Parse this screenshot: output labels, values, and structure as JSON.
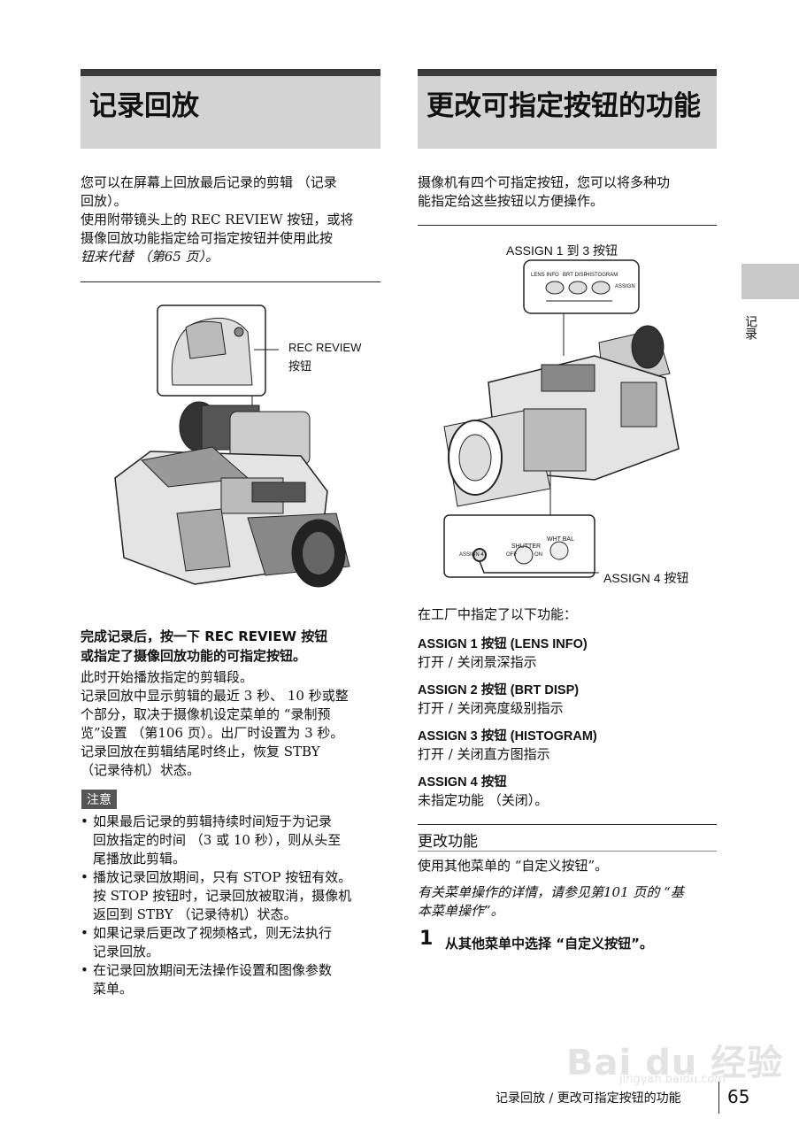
{
  "left": {
    "title": "记录回放",
    "intro": [
      "您可以在屏幕上回放最后记录的剪辑 （记录",
      "回放）。",
      "使用附带镜头上的 REC REVIEW 按钮，或将",
      "摄像回放功能指定给可指定按钮并使用此按",
      "钮来代替 （第65 页）。"
    ],
    "figure_label_1": "REC REVIEW",
    "figure_label_2": "按钮",
    "step_bold": [
      "完成记录后，按一下 REC REVIEW 按钮",
      "或指定了摄像回放功能的可指定按钮。"
    ],
    "step_text": [
      "此时开始播放指定的剪辑段。",
      "记录回放中显示剪辑的最近 3 秒、 10 秒或整",
      "个部分，取决于摄像机设定菜单的 “录制预",
      "览”设置 （第106 页）。出厂时设置为 3 秒。",
      "记录回放在剪辑结尾时终止，恢复 STBY",
      "（记录待机）状态。"
    ],
    "note_tag": "注意",
    "notes": [
      [
        "如果最后记录的剪辑持续时间短于为记录",
        "回放指定的时间 （3 或 10 秒），则从头至",
        "尾播放此剪辑。"
      ],
      [
        "播放记录回放期间，只有 STOP 按钮有效。",
        "按 STOP 按钮时，记录回放被取消，摄像机",
        "返回到 STBY （记录待机）状态。"
      ],
      [
        "如果记录后更改了视频格式，则无法执行",
        "记录回放。"
      ],
      [
        "在记录回放期间无法操作设置和图像参数",
        "菜单。"
      ]
    ]
  },
  "right": {
    "title": "更改可指定按钮的功能",
    "intro": [
      "摄像机有四个可指定按钮，您可以将多种功",
      "能指定给这些按钮以方便操作。"
    ],
    "fig_assign13": "ASSIGN 1 到 3 按钮",
    "fig_lens": "LENS INFO",
    "fig_brt": "BRT DISP",
    "fig_hist": "HISTOGRAM",
    "fig_assign": "ASSIGN",
    "fig_shutter": "SHUTTER",
    "fig_off": "OFF",
    "fig_on": "ON",
    "fig_whtbal": "WHT BAL",
    "fig_assign4_small": "ASSIGN 4",
    "fig_assign4": "ASSIGN 4 按钮",
    "factory": "在工厂中指定了以下功能：",
    "functions": [
      {
        "title": "ASSIGN 1 按钮 (LENS INFO)",
        "desc": "打开 / 关闭景深指示"
      },
      {
        "title": "ASSIGN 2 按钮 (BRT DISP)",
        "desc": "打开 / 关闭亮度级别指示"
      },
      {
        "title": "ASSIGN 3 按钮 (HISTOGRAM)",
        "desc": "打开 / 关闭直方图指示"
      },
      {
        "title": "ASSIGN 4 按钮",
        "desc": "未指定功能 （关闭）。"
      }
    ],
    "change_heading": "更改功能",
    "change_text": "使用其他菜单的 “自定义按钮”。",
    "change_italic": [
      "有关菜单操作的详情，请参见第101 页的 “基",
      "本菜单操作”。"
    ],
    "step_num": "1",
    "step_text": "从其他菜单中选择 “自定义按钮”。"
  },
  "side_tab": "记录",
  "footer": {
    "text": "记录回放 / 更改可指定按钮的功能",
    "page": "65"
  },
  "watermark": {
    "brand": "Bai du 经验",
    "url": "jingyan.baidu.com"
  }
}
